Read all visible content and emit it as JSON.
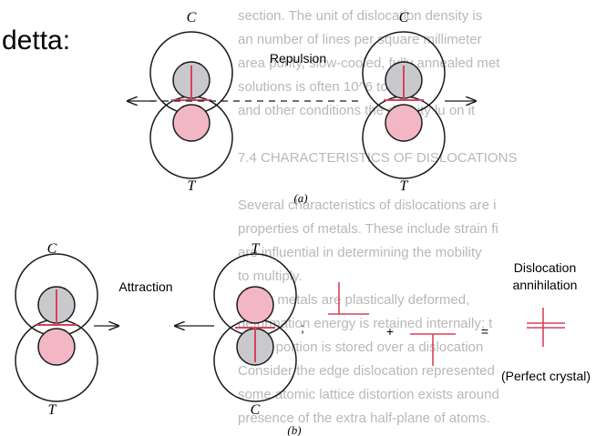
{
  "heading": "detta:",
  "background_text": [
    "section. The unit of dislocation density is",
    "an number of lines per square millimeter",
    "area purity, slow-cooled, fully annealed met",
    "solutions is often 10^6 to 10^8",
    "and other conditions the density lu on it",
    "",
    "7.4 CHARACTERISTICS OF DISLOCATIONS",
    "",
    "Several characteristics of dislocations are i",
    "properties of metals. These include strain fi",
    "are influential in determining the mobility",
    "to multiply.",
    "When metals are plastically deformed,",
    "deformation energy is retained internally; t",
    "major portion is stored over a dislocation",
    "Consider the edge dislocation represented",
    "some atomic lattice distortion exists around",
    "presence of the extra half-plane of atoms."
  ],
  "part_a": {
    "top_letter": "C",
    "bottom_letter": "T",
    "label": "Repulsion",
    "caption": "(a)"
  },
  "part_b": {
    "left_top_letter": "C",
    "left_bottom_letter": "T",
    "right_top_letter": "T",
    "right_bottom_letter": "C",
    "label": "Attraction",
    "semicolon": ";",
    "plus": "+",
    "equals": "=",
    "annihilation_line1": "Dislocation",
    "annihilation_line2": "annihilation",
    "perfect_crystal": "(Perfect crystal)",
    "caption": "(b)"
  },
  "colors": {
    "compression_fill": "#c9c9cd",
    "tension_fill": "#f2b6c4",
    "dislocation_line": "#d8425a",
    "outline": "#1a1a1a",
    "background_page_text": "#b8b8b8"
  }
}
